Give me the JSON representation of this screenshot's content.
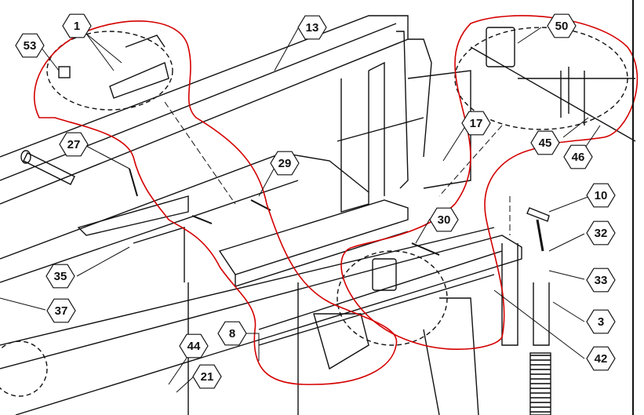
{
  "diagram": {
    "accent_color": "#d40000",
    "line_color": "#111111",
    "callouts": [
      {
        "id": "1",
        "label": "1"
      },
      {
        "id": "53",
        "label": "53"
      },
      {
        "id": "13",
        "label": "13"
      },
      {
        "id": "50",
        "label": "50"
      },
      {
        "id": "27",
        "label": "27"
      },
      {
        "id": "29",
        "label": "29"
      },
      {
        "id": "17",
        "label": "17"
      },
      {
        "id": "45",
        "label": "45"
      },
      {
        "id": "46",
        "label": "46"
      },
      {
        "id": "10",
        "label": "10"
      },
      {
        "id": "30",
        "label": "30"
      },
      {
        "id": "32",
        "label": "32"
      },
      {
        "id": "33",
        "label": "33"
      },
      {
        "id": "35",
        "label": "35"
      },
      {
        "id": "37",
        "label": "37"
      },
      {
        "id": "3",
        "label": "3"
      },
      {
        "id": "8",
        "label": "8"
      },
      {
        "id": "42",
        "label": "42"
      },
      {
        "id": "44",
        "label": "44"
      },
      {
        "id": "21",
        "label": "21"
      }
    ]
  }
}
